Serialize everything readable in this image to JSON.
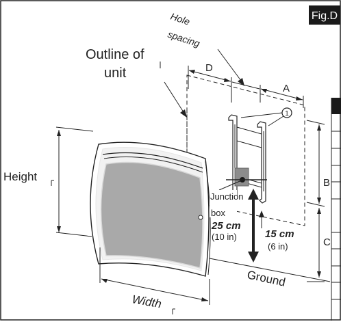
{
  "figure": {
    "tag": "Fig.D",
    "hole_spacing": [
      "Hole",
      "spacing"
    ],
    "outline": [
      "Outline of",
      "unit"
    ],
    "dim_d": "D",
    "dim_a": "A",
    "dim_b": "B",
    "dim_c": "C",
    "callout": "1",
    "height": "Height",
    "width": "Width",
    "junction": [
      "Junction",
      "box"
    ],
    "val_25": "25 cm",
    "val_10in": "(10 in)",
    "val_15": "15 cm",
    "val_6in": "(6 in)",
    "ground": "Ground"
  },
  "colors": {
    "line": "#222222",
    "panel_fill": "#a9a9a9",
    "panel_border": "#e6e6e6",
    "tag_bg": "#1a1a1a",
    "junction_fill": "#8c8c8c"
  }
}
